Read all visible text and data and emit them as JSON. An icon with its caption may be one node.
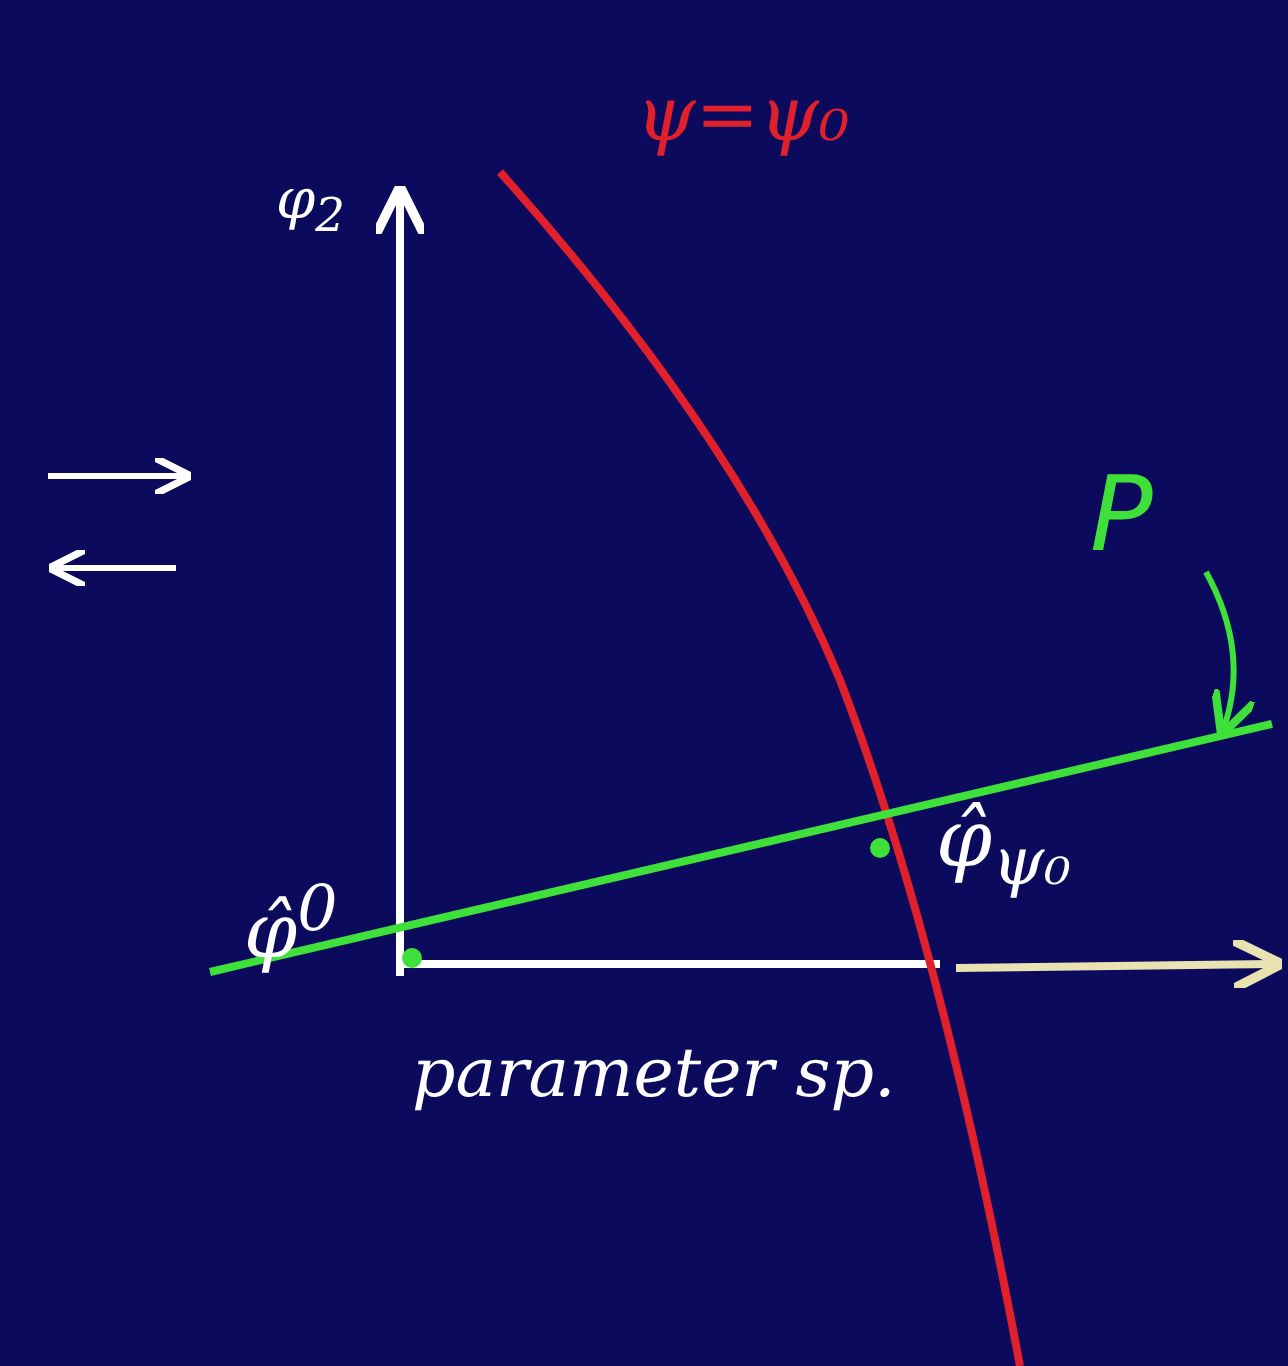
{
  "diagram": {
    "nodes": [
      {
        "text": [
          "P"
        ]
      },
      {
        "text": [],
        "shape": "line"
      }
    ],
    "edges": [
      {
        "from": 0,
        "to": 1,
        "arrow": "to"
      }
    ],
    "labels": [
      "ψ=ψ₀",
      "φ$_{2}$",
      "φ̂$_{ψ₀}$",
      "φ̂$^{0}$",
      "parameter sp."
    ]
  }
}
